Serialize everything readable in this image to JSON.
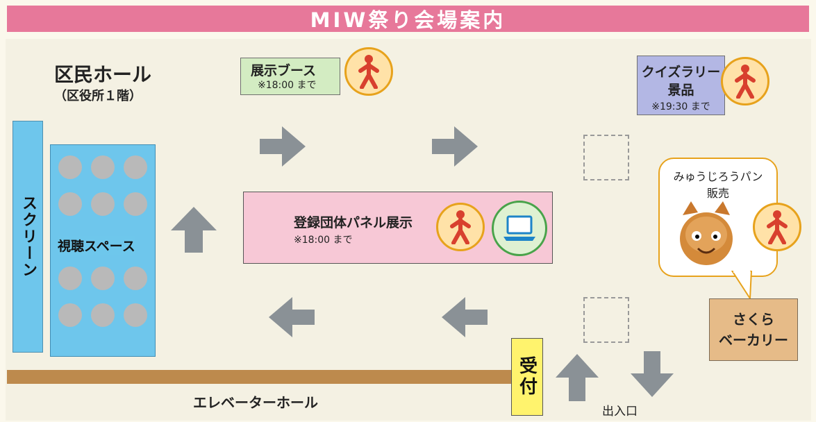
{
  "header": {
    "title": "MIW祭り会場案内"
  },
  "hall": {
    "title": "区民ホール",
    "subtitle": "（区役所１階）"
  },
  "screen": {
    "label": "スクリーン"
  },
  "viewing_area": {
    "label": "視聴スペース"
  },
  "booth": {
    "title": "展示ブース",
    "note": "※18:00 まで"
  },
  "quiz": {
    "title_line1": "クイズラリー",
    "title_line2": "景品",
    "note": "※19:30 まで"
  },
  "panel": {
    "title": "登録団体パネル展示",
    "note": "※18:00 まで"
  },
  "bread": {
    "line1": "みゅうじろうパン",
    "line2": "販売"
  },
  "bakery": {
    "line1": "さくら",
    "line2": "ベーカリー"
  },
  "reception": {
    "label": "受付"
  },
  "elevator": {
    "label": "エレベーターホール"
  },
  "exit": {
    "label": "出入口"
  },
  "colors": {
    "title_bar": "#e7789a",
    "screen": "#6ec6ec",
    "booth": "#d3ecc2",
    "quiz": "#b3b7e4",
    "panel": "#f7c8d6",
    "bakery": "#e6bb88",
    "reception": "#fff36d",
    "elevator": "#bd8a4d",
    "arrow": "#8a9196",
    "walker_ring": "#e7a21c",
    "walker_figure": "#d8402e"
  },
  "icons": [
    "walking-person-icon",
    "laptop-icon",
    "arrow-icon"
  ]
}
